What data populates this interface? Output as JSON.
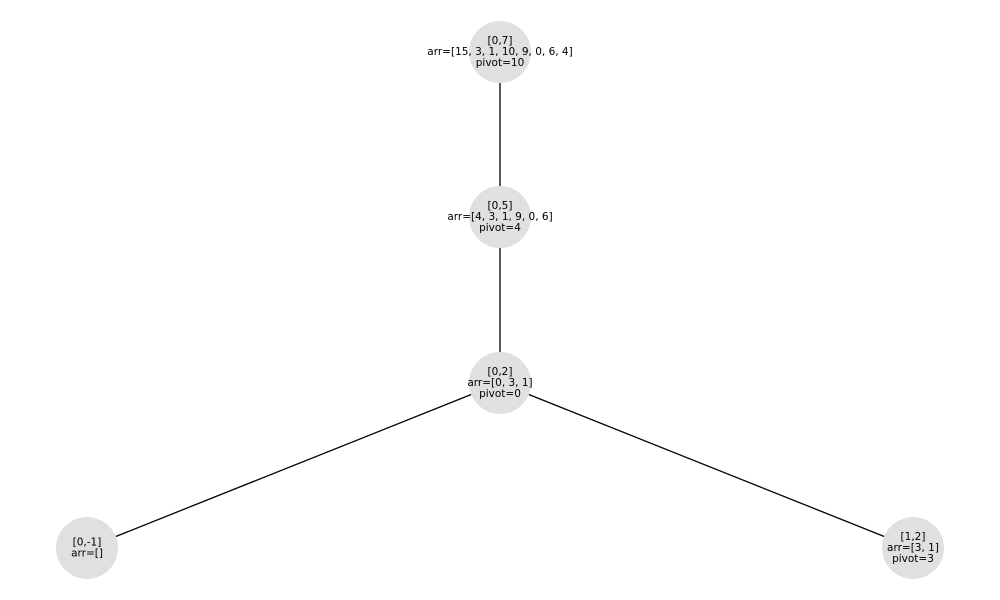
{
  "diagram": {
    "nodes": [
      {
        "id": "n07",
        "lines": [
          "[0,7]",
          "arr=[15, 3, 1, 10, 9, 0, 6, 4]",
          "pivot=10"
        ]
      },
      {
        "id": "n05",
        "lines": [
          "[0,5]",
          "arr=[4, 3, 1, 9, 0, 6]",
          "pivot=4"
        ]
      },
      {
        "id": "n02",
        "lines": [
          "[0,2]",
          "arr=[0, 3, 1]",
          "pivot=0"
        ]
      },
      {
        "id": "n0m1",
        "lines": [
          "[0,-1]",
          "arr=[]"
        ]
      },
      {
        "id": "n12",
        "lines": [
          "[1,2]",
          "arr=[3, 1]",
          "pivot=3"
        ]
      }
    ],
    "edges": [
      {
        "from": "n07",
        "to": "n05"
      },
      {
        "from": "n05",
        "to": "n02"
      },
      {
        "from": "n02",
        "to": "n0m1"
      },
      {
        "from": "n02",
        "to": "n12"
      }
    ],
    "node_fill": "#e0e0e0",
    "edge_color": "#000000"
  }
}
